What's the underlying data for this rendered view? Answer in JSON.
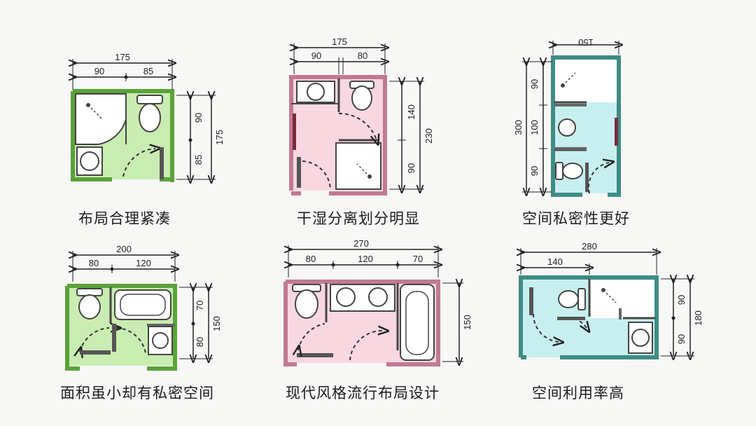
{
  "plans": [
    {
      "caption": "布局合理紧凑",
      "fill": "#c9ecb2",
      "wall": "#5aa23a",
      "top_total": "175",
      "top_parts": [
        "90",
        "85"
      ],
      "side_parts": [
        "90",
        "85"
      ],
      "side_total": "175"
    },
    {
      "caption": "干湿分离划分明显",
      "fill": "#f8d7e1",
      "wall": "#c07a92",
      "top_total": "175",
      "top_parts": [
        "90",
        "80"
      ],
      "side_parts": [
        "140",
        "90"
      ],
      "side_total": "230"
    },
    {
      "caption": "空间私密性更好",
      "fill": "#c8eff0",
      "wall": "#3f8c84",
      "top_total": "150",
      "side_parts": [
        "90",
        "100",
        "90"
      ],
      "side_total": "300"
    },
    {
      "caption": "面积虽小却有私密空间",
      "fill": "#c9ecb2",
      "wall": "#5aa23a",
      "top_total": "200",
      "top_parts": [
        "80",
        "120"
      ],
      "side_parts": [
        "70",
        "80"
      ],
      "side_total": "150"
    },
    {
      "caption": "现代风格流行布局设计",
      "fill": "#f8d7e1",
      "wall": "#c07a92",
      "top_total": "270",
      "top_parts": [
        "80",
        "120",
        "70"
      ],
      "side_total": "150"
    },
    {
      "caption": "空间利用率高",
      "fill": "#c8eff0",
      "wall": "#3f8c84",
      "top_total": "280",
      "top_parts": [
        "140"
      ],
      "side_parts": [
        "90",
        "90"
      ],
      "side_total": "180"
    }
  ]
}
